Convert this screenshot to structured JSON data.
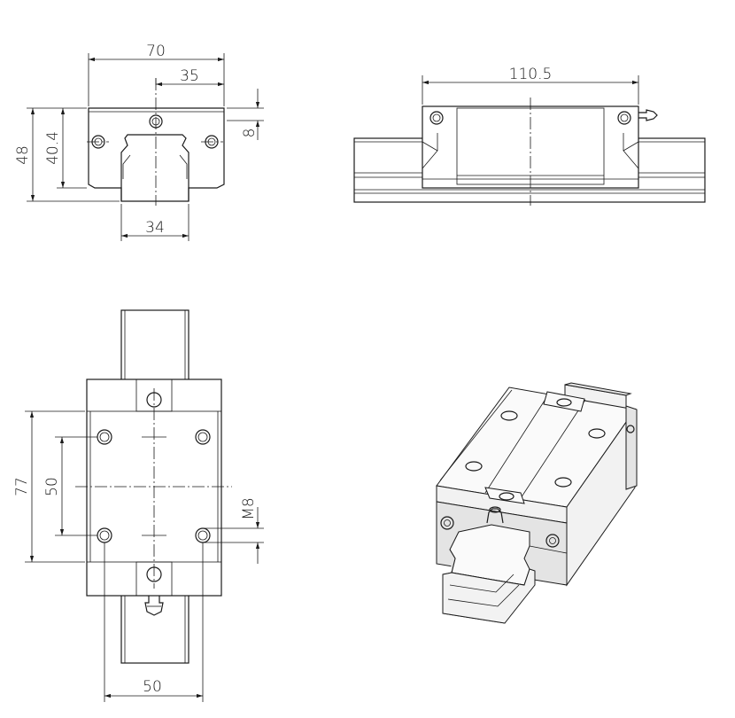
{
  "views": {
    "front": {
      "dim_width": "70",
      "dim_half_width": "35",
      "dim_height": "48",
      "dim_body_height": "40.4",
      "dim_offset": "8",
      "dim_rail_width": "34"
    },
    "side": {
      "dim_length": "110.5"
    },
    "top": {
      "dim_pitch_length": "77",
      "dim_hole_spacing": "50",
      "dim_thread": "M8",
      "dim_rail_spacing": "50"
    },
    "iso": {}
  },
  "colors": {
    "line": "#1a1a1a",
    "background": "#ffffff",
    "face": "#f2f2f2"
  }
}
